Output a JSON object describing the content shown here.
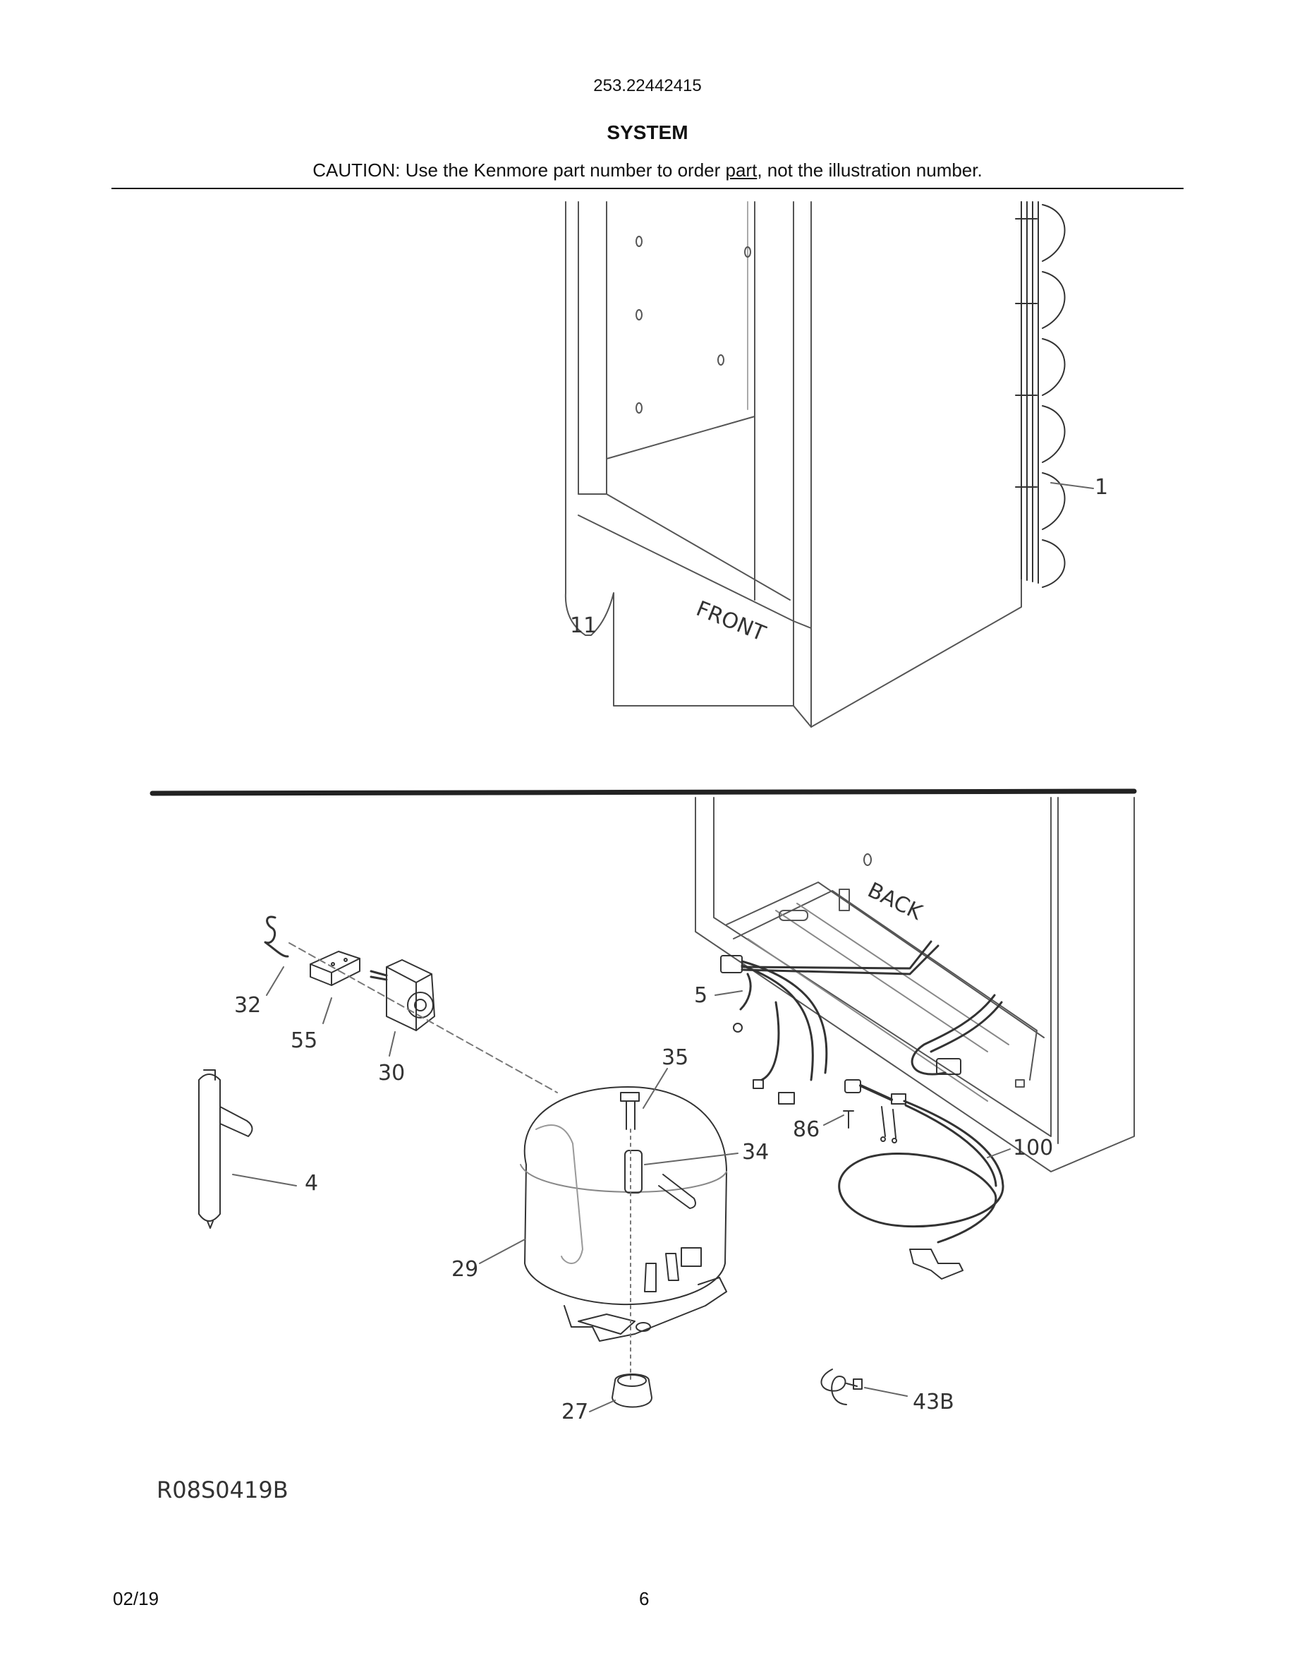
{
  "header": {
    "model_number": "253.22442415",
    "section_title": "SYSTEM",
    "caution_before": "CAUTION: Use the Kenmore part number to order ",
    "caution_link": "part",
    "caution_after": ", not the illustration number."
  },
  "diagram_upper": {
    "labels": {
      "front": "FRONT"
    },
    "callouts": {
      "c1": "1",
      "c11": "11"
    }
  },
  "diagram_lower": {
    "labels": {
      "back": "BACK"
    },
    "callouts": {
      "c32": "32",
      "c55": "55",
      "c30": "30",
      "c5": "5",
      "c35": "35",
      "c4": "4",
      "c34": "34",
      "c86": "86",
      "c100": "100",
      "c29": "29",
      "c27": "27",
      "c43b": "43B"
    }
  },
  "footer": {
    "drawing_id": "R08S0419B",
    "date": "02/19",
    "page_number": "6"
  }
}
